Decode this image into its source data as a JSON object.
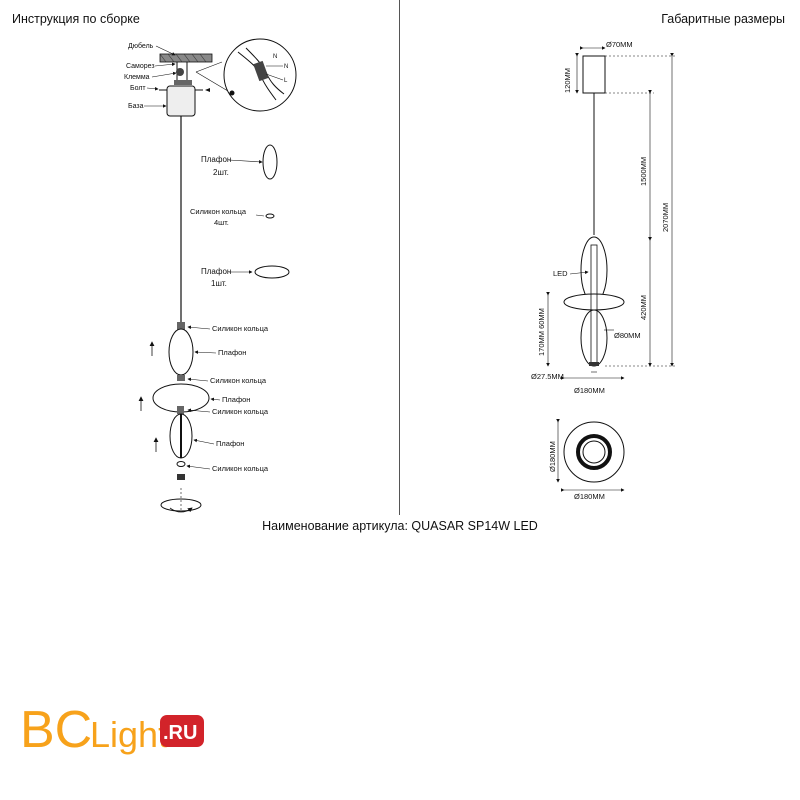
{
  "headers": {
    "assembly_title": "Инструкция по сборке",
    "dimensions_title": "Габаритные размеры"
  },
  "assembly": {
    "labels": {
      "dowel": "Дюбель",
      "screw": "Саморез",
      "terminal": "Клемма",
      "bolt": "Болт",
      "base": "База",
      "shade_2": "Плафон",
      "shade_2_qty": "2шт.",
      "rings": "Силикон кольца",
      "rings_qty": "4шт.",
      "shade_1": "Плафон",
      "shade_1_qty": "1шт.",
      "step_rings_1": "Силикон кольца",
      "step_shade_1": "Плафон",
      "step_rings_2": "Силикон кольца",
      "step_shade_2": "Плафон",
      "step_rings_3": "Силикон кольца",
      "step_shade_3": "Плафон",
      "step_rings_4": "Силикон кольца"
    },
    "wire_letters": {
      "n": "N",
      "l": "L"
    }
  },
  "dimensions": {
    "base_diameter": "Ø70MM",
    "base_height": "120MM",
    "cable_length": "1500MM",
    "total_height": "2070MM",
    "led": "LED",
    "body_height": "420MM",
    "lower_section": "170MM 60MM",
    "shade_diameter": "Ø80MM",
    "tube_diameter": "Ø27.5MM",
    "disc_diameter": "Ø180MM",
    "top_view_vertical": "Ø180MM",
    "top_view_horizontal": "Ø180MM"
  },
  "article": "Наименование артикула: QUASAR SP14W LED",
  "logo": {
    "part1": "BC",
    "part2": "Light",
    "part3": ".RU",
    "colors": {
      "orange": "#f7a21b",
      "red": "#d2232a",
      "white": "#ffffff"
    }
  }
}
